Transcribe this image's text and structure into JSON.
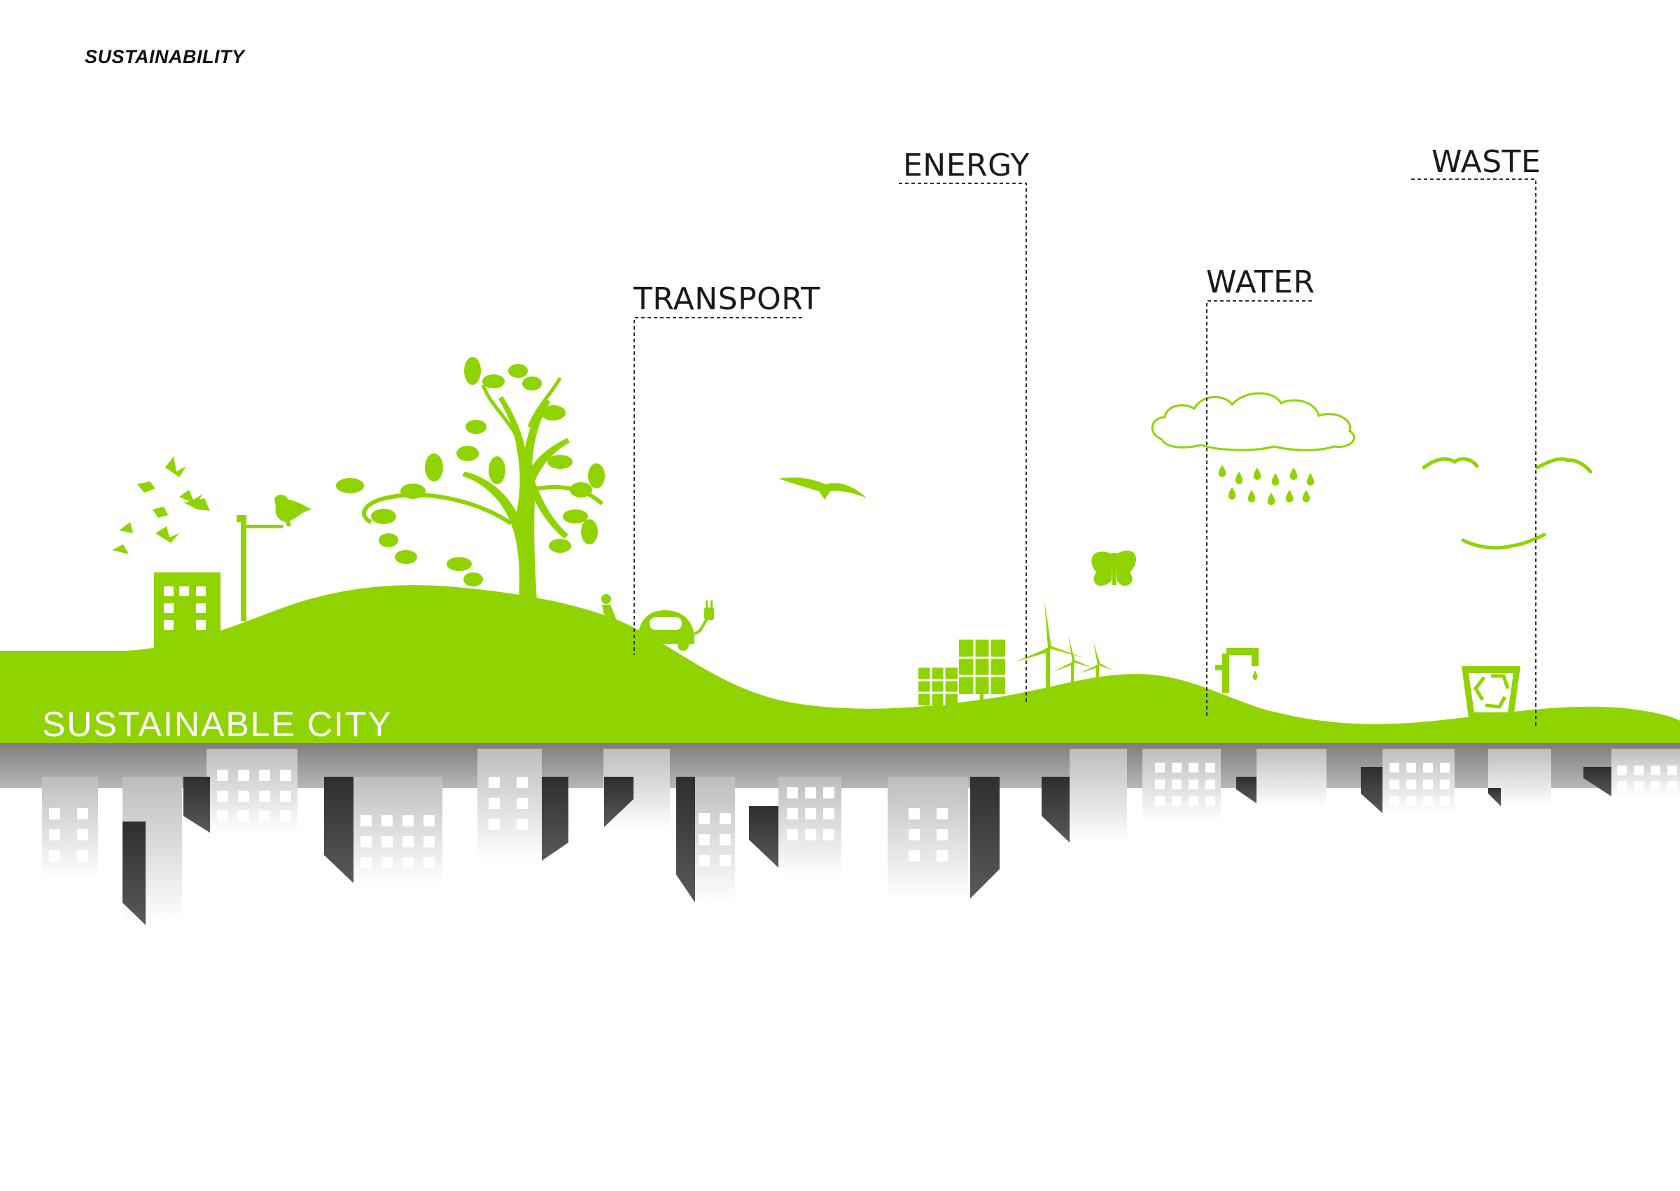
{
  "header": {
    "title": "SUSTAINABILITY"
  },
  "banner": {
    "label": "SUSTAINABLE CITY"
  },
  "categories": [
    {
      "id": "transport",
      "label": "TRANSPORT"
    },
    {
      "id": "energy",
      "label": "ENERGY"
    },
    {
      "id": "water",
      "label": "WATER"
    },
    {
      "id": "waste",
      "label": "WASTE"
    }
  ],
  "icons": [
    "bird-icon",
    "street-lamp-icon",
    "building-icon",
    "tree-icon",
    "cyclist-icon",
    "electric-car-icon",
    "plug-icon",
    "solar-panel-icon",
    "wind-turbine-icon",
    "butterfly-icon",
    "cloud-icon",
    "raindrop-icon",
    "faucet-icon",
    "recycle-bin-icon"
  ],
  "colors": {
    "green": "#8fd400",
    "dark_gray": "#333333",
    "mid_gray": "#8a8a8a",
    "light_gray": "#bdbdbd",
    "white": "#ffffff"
  }
}
